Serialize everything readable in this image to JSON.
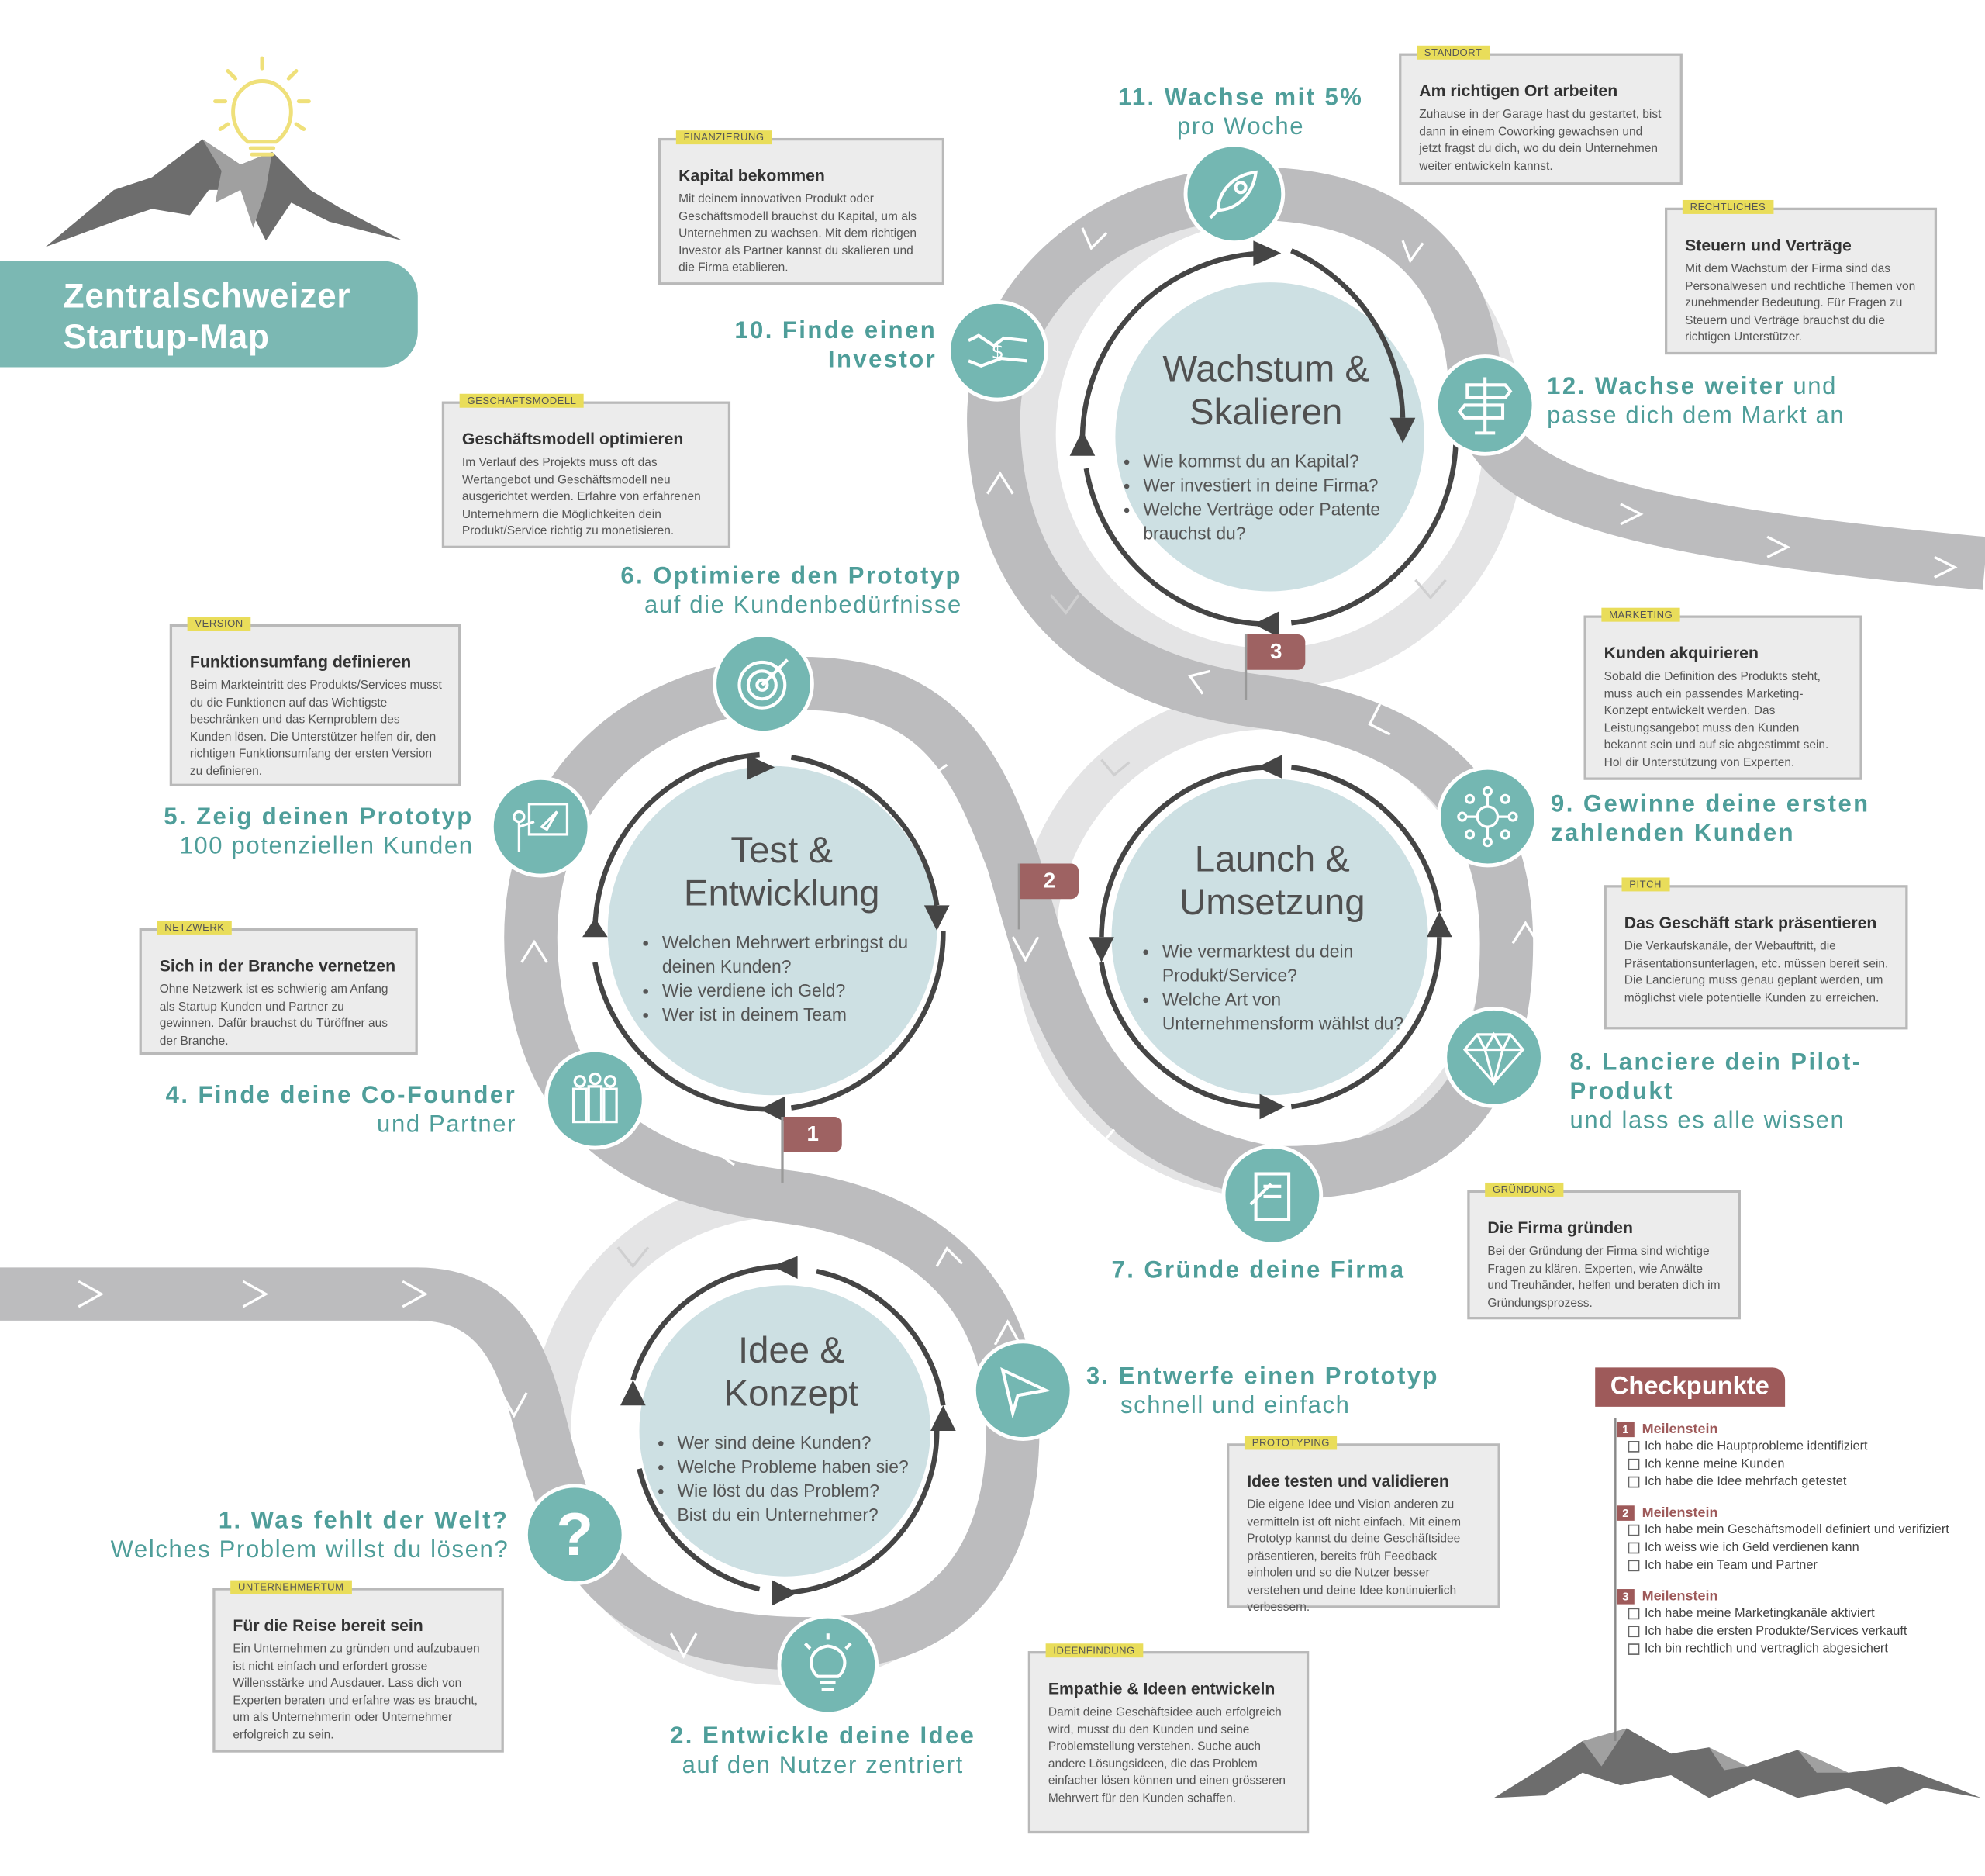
{
  "title": "Zentralschweizer Startup-Map",
  "colors": {
    "teal": "#74b7b2",
    "road": "#bcbcbe",
    "flag": "#9e6262",
    "card": "#ececec",
    "tag": "#e9dd5a"
  },
  "phases": [
    {
      "title": "Idee & Konzept",
      "questions": [
        "Wer sind deine Kunden?",
        "Welche Probleme haben sie?",
        "Wie löst du das Problem?",
        "Bist du ein Unternehmer?"
      ]
    },
    {
      "title": "Test & Entwicklung",
      "questions": [
        "Welchen Mehrwert erbringst du deinen Kunden?",
        "Wie verdiene ich Geld?",
        "Wer ist in deinem Team"
      ]
    },
    {
      "title": "Launch & Umsetzung",
      "questions": [
        "Wie vermarktest du dein Produkt/Service?",
        "Welche Art von Unternehmensform wählst du?"
      ]
    },
    {
      "title": "Wachstum & Skalieren",
      "questions": [
        "Wie kommst du an Kapital?",
        "Wer investiert in deine Firma?",
        "Welche Verträge oder Patente brauchst du?"
      ]
    }
  ],
  "steps": [
    {
      "num": "1.",
      "bold": "Was fehlt der Welt?",
      "sub": "Welches Problem willst du lösen?",
      "icon": "question-icon"
    },
    {
      "num": "2.",
      "bold": "Entwickle deine Idee",
      "sub": "auf den Nutzer zentriert",
      "icon": "lightbulb-icon"
    },
    {
      "num": "3.",
      "bold": "Entwerfe einen Prototyp",
      "sub": "schnell und einfach",
      "icon": "paper-plane-icon"
    },
    {
      "num": "4.",
      "bold": "Finde deine Co-Founder",
      "sub": "und Partner",
      "icon": "team-icon"
    },
    {
      "num": "5.",
      "bold": "Zeig deinen Prototyp",
      "sub": "100 potenziellen Kunden",
      "icon": "presentation-icon"
    },
    {
      "num": "6.",
      "bold": "Optimiere den Prototyp",
      "sub": "auf die Kundenbedürfnisse",
      "icon": "target-icon"
    },
    {
      "num": "7.",
      "bold": "Gründe deine Firma",
      "sub": "",
      "icon": "document-icon"
    },
    {
      "num": "8.",
      "bold": "Lanciere dein Pilot-Produkt",
      "sub": "und lass es alle wissen",
      "icon": "diamond-icon"
    },
    {
      "num": "9.",
      "bold": "Gewinne deine ersten zahlenden Kunden",
      "sub": "",
      "icon": "network-icon"
    },
    {
      "num": "10.",
      "bold": "Finde einen Investor",
      "sub": "",
      "icon": "handshake-icon"
    },
    {
      "num": "11.",
      "bold": "Wachse mit 5%",
      "sub": "pro Woche",
      "icon": "rocket-icon"
    },
    {
      "num": "12.",
      "bold": "Wachse weiter",
      "sub": "und passe dich dem Markt an",
      "icon": "signpost-icon"
    }
  ],
  "cards": [
    {
      "tag": "UNTERNEHMERTUM",
      "title": "Für die Reise bereit sein",
      "text": "Ein Unternehmen zu gründen und aufzubauen ist nicht einfach und erfordert grosse Willensstärke und Ausdauer. Lass dich von Experten beraten und erfahre was es braucht, um als Unternehmerin oder Unternehmer erfolgreich zu sein."
    },
    {
      "tag": "IDEENFINDUNG",
      "title": "Empathie & Ideen entwickeln",
      "text": "Damit deine Geschäftsidee auch erfolgreich wird, musst du den Kunden und seine Problemstellung verstehen. Suche auch andere Lösungsideen, die das Problem einfacher lösen können und einen grösseren Mehrwert für den Kunden schaffen."
    },
    {
      "tag": "PROTOTYPING",
      "title": "Idee testen und validieren",
      "text": "Die eigene Idee und Vision anderen zu vermitteln ist oft nicht einfach. Mit einem Prototyp kannst du deine Geschäftsidee präsentieren, bereits früh Feedback einholen und so die Nutzer besser verstehen und deine Idee kontinuierlich verbessern."
    },
    {
      "tag": "NETZWERK",
      "title": "Sich in der Branche vernetzen",
      "text": "Ohne Netzwerk ist es schwierig am Anfang als Startup Kunden und Partner zu gewinnen. Dafür brauchst du Türöffner aus der Branche."
    },
    {
      "tag": "VERSION",
      "title": "Funktionsumfang definieren",
      "text": "Beim Markteintritt des Produkts/Services musst du die Funktionen auf das Wichtigste beschränken und das Kernproblem des Kunden lösen. Die Unterstützer helfen dir, den richtigen Funktionsumfang der ersten Version zu definieren."
    },
    {
      "tag": "GESCHÄFTSMODELL",
      "title": "Geschäftsmodell optimieren",
      "text": "Im Verlauf des Projekts muss oft das Wertangebot und Geschäftsmodell neu ausgerichtet werden. Erfahre von erfahrenen Unternehmern die Möglichkeiten dein Produkt/Service richtig zu monetisieren."
    },
    {
      "tag": "GRÜNDUNG",
      "title": "Die Firma gründen",
      "text": "Bei der Gründung der Firma sind wichtige Fragen zu klären. Experten, wie Anwälte und Treuhänder, helfen und beraten dich im Gründungsprozess."
    },
    {
      "tag": "PITCH",
      "title": "Das Geschäft stark präsentieren",
      "text": "Die Verkaufskanäle, der Webauftritt, die Präsentationsunterlagen, etc. müssen bereit sein. Die Lancierung muss genau geplant werden, um möglichst viele potentielle Kunden zu erreichen."
    },
    {
      "tag": "MARKETING",
      "title": "Kunden akquirieren",
      "text": "Sobald die Definition des Produkts steht, muss auch ein passendes Marketing-Konzept entwickelt werden. Das Leistungsangebot muss den Kunden bekannt sein und auf sie abgestimmt sein. Hol dir Unterstützung von Experten."
    },
    {
      "tag": "FINANZIERUNG",
      "title": "Kapital bekommen",
      "text": "Mit deinem innovativen Produkt oder Geschäftsmodell brauchst du Kapital, um als Unternehmen zu wachsen. Mit dem richtigen Investor als Partner kannst du skalieren und die Firma etablieren."
    },
    {
      "tag": "STANDORT",
      "title": "Am richtigen Ort arbeiten",
      "text": "Zuhause in der Garage hast du gestartet, bist dann in einem Coworking gewachsen und jetzt fragst du dich, wo du dein Unternehmen weiter entwickeln kannst."
    },
    {
      "tag": "RECHTLICHES",
      "title": "Steuern und Verträge",
      "text": "Mit dem Wachstum der Firma sind das Personalwesen und rechtliche Themen von zunehmender Bedeutung. Für Fragen zu Steuern und Verträge brauchst du die richtigen Unterstützer."
    }
  ],
  "flags": [
    "1",
    "2",
    "3"
  ],
  "checkpoints": {
    "title": "Checkpunkte",
    "milestones": [
      {
        "num": "1",
        "label": "Meilenstein",
        "items": [
          "Ich habe die Hauptprobleme identifiziert",
          "Ich kenne meine Kunden",
          "Ich habe die Idee mehrfach getestet"
        ]
      },
      {
        "num": "2",
        "label": "Meilenstein",
        "items": [
          "Ich habe mein Geschäftsmodell definiert und verifiziert",
          "Ich weiss wie ich Geld verdienen kann",
          "Ich habe ein Team und Partner"
        ]
      },
      {
        "num": "3",
        "label": "Meilenstein",
        "items": [
          "Ich habe meine Marketingkanäle aktiviert",
          "Ich habe die ersten Produkte/Services verkauft",
          "Ich bin rechtlich und vertraglich abgesichert"
        ]
      }
    ]
  }
}
